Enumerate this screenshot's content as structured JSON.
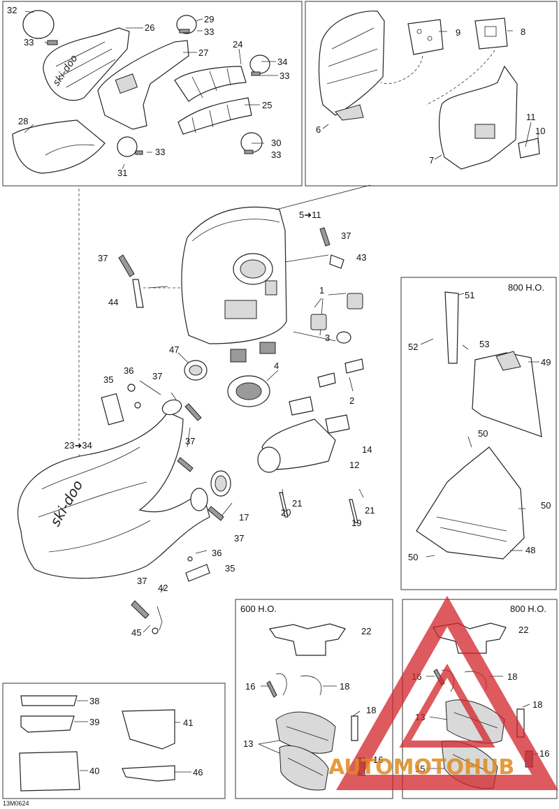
{
  "figure_code": "13M0624",
  "watermark": {
    "text": "AUTOMOTOHUB",
    "color": "#d2232a",
    "accent": "#e08a1e"
  },
  "panels": {
    "ho600": {
      "title": "600 H.O."
    },
    "ho800_right": {
      "title": "800 H.O."
    },
    "ho800_bottom": {
      "title": "800 H.O."
    }
  },
  "callouts": {
    "c32": "32",
    "c26": "26",
    "c29": "29",
    "c33a": "33",
    "c33b": "33",
    "c27": "27",
    "c24": "24",
    "c34": "34",
    "c33c": "33",
    "c25": "25",
    "c28": "28",
    "c30": "30",
    "c33d": "33",
    "c33e": "33",
    "c31": "31",
    "c9": "9",
    "c8": "8",
    "c6": "6",
    "c11": "11",
    "c10": "10",
    "c7": "7",
    "c5to11": "5➜11",
    "c37a": "37",
    "c43": "43",
    "c37b": "37",
    "c44": "44",
    "c1": "1",
    "c3": "3",
    "c47": "47",
    "c4": "4",
    "c2": "2",
    "c36a": "36",
    "c35a": "35",
    "c37c": "37",
    "c14": "14",
    "c12": "12",
    "c23to34": "23➜34",
    "c37d": "37",
    "c17": "17",
    "c21a": "21",
    "c21b": "21",
    "c20": "20",
    "c19": "19",
    "c37e": "37",
    "c36b": "36",
    "c35b": "35",
    "c37f": "37",
    "c42": "42",
    "c45": "45",
    "c51": "51",
    "c52": "52",
    "c53": "53",
    "c49": "49",
    "c50a": "50",
    "c50b": "50",
    "c48": "48",
    "c50c": "50",
    "c22a": "22",
    "c16a": "16",
    "c18a": "18",
    "c18b": "18",
    "c13a": "13",
    "c16b": "16",
    "c22b": "22",
    "c16c": "16",
    "c18c": "18",
    "c18d": "18",
    "c13b": "13",
    "c15": "15",
    "c16d": "16",
    "c38": "38",
    "c39": "39",
    "c41": "41",
    "c40": "40",
    "c46": "46"
  }
}
